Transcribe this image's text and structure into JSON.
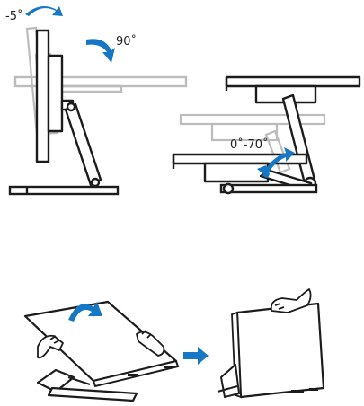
{
  "labels": {
    "tilt_back": "-5˚",
    "tilt_forward": "90˚",
    "height_range": "0˚-70˚"
  },
  "colors": {
    "arrow": "#1677c4",
    "line": "#1c1c1c",
    "ghost": "#b9b9b9",
    "paper": "#ffffff"
  },
  "icons": {
    "tilt_arrow_top": "curved-arrow-icon",
    "tilt_arrow_right": "curved-arrow-icon",
    "height_arrow": "double-curved-arrow-icon",
    "transition_arrow": "right-arrow-icon",
    "push_arrow": "curved-arrow-icon"
  }
}
